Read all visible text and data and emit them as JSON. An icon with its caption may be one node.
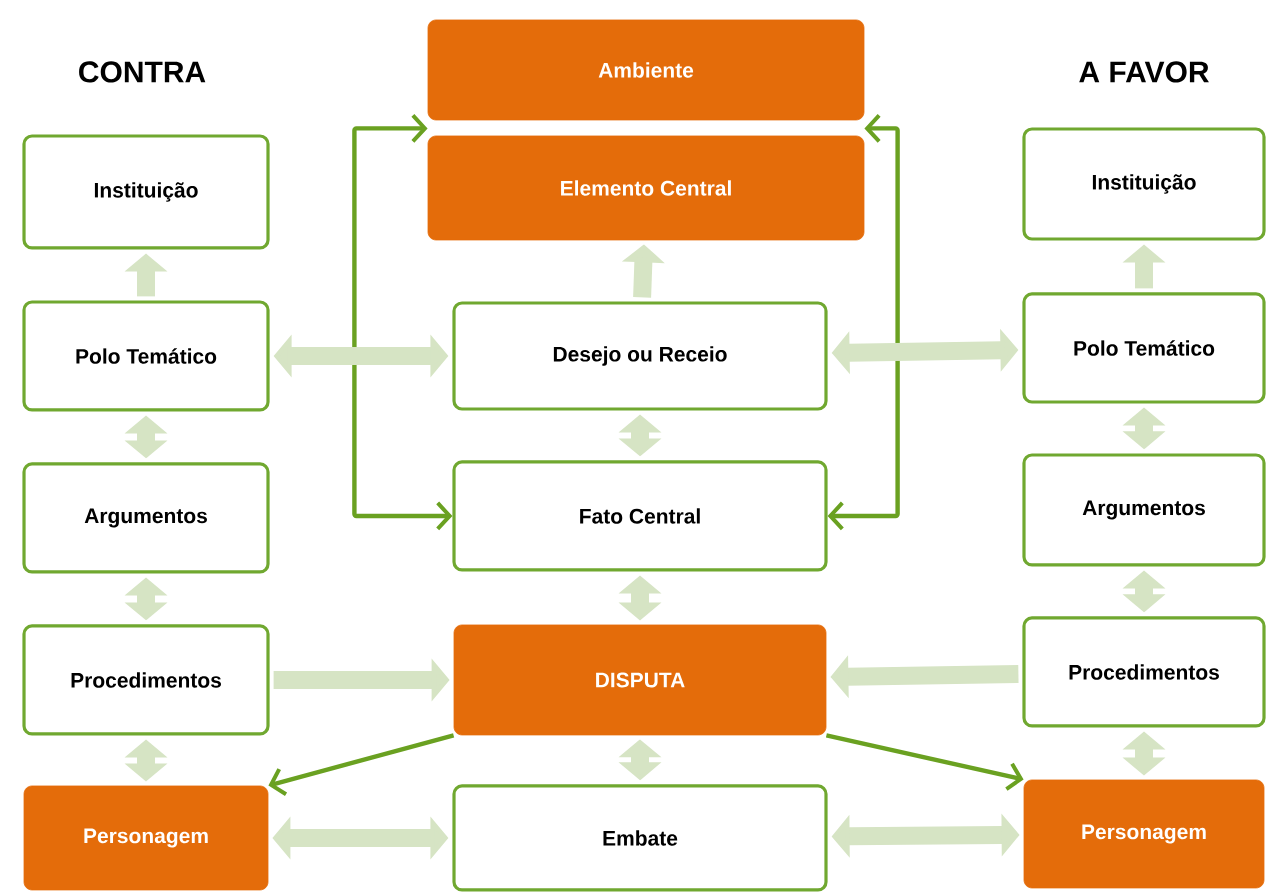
{
  "diagram": {
    "nodes": [
      {
        "text": [
          "Ambiente"
        ]
      },
      {
        "text": [
          "Elemento Central"
        ]
      },
      {
        "text": [
          "Desejo ou Receio"
        ]
      },
      {
        "text": [
          "Fato Central"
        ]
      },
      {
        "text": [
          "DISPUTA"
        ]
      },
      {
        "text": [
          "Embate"
        ]
      },
      {
        "text": [
          "Instituição"
        ]
      },
      {
        "text": [
          "Polo Temático"
        ]
      },
      {
        "text": [
          "Argumentos"
        ]
      },
      {
        "text": [
          "Procedimentos"
        ]
      },
      {
        "text": [
          "Personagem"
        ]
      },
      {
        "text": [
          "Instituição"
        ]
      },
      {
        "text": [
          "Polo Temático"
        ]
      },
      {
        "text": [
          "Argumentos"
        ]
      },
      {
        "text": [
          "Procedimentos"
        ]
      },
      {
        "text": [
          "Personagem"
        ]
      }
    ],
    "edges": [
      {
        "from": 3,
        "to": 0,
        "arrow": "both",
        "color": "#6aa121"
      },
      {
        "from": 3,
        "to": 0,
        "arrow": "both",
        "color": "#6aa121"
      },
      {
        "from": 2,
        "to": 1,
        "arrow": "to"
      },
      {
        "from": 2,
        "to": 3,
        "arrow": "both"
      },
      {
        "from": 3,
        "to": 4,
        "arrow": "both"
      },
      {
        "from": 4,
        "to": 5,
        "arrow": "both"
      },
      {
        "from": 7,
        "to": 6,
        "arrow": "to"
      },
      {
        "from": 7,
        "to": 8,
        "arrow": "both"
      },
      {
        "from": 8,
        "to": 9,
        "arrow": "both"
      },
      {
        "from": 9,
        "to": 10,
        "arrow": "both"
      },
      {
        "from": 12,
        "to": 11,
        "arrow": "to"
      },
      {
        "from": 12,
        "to": 13,
        "arrow": "both"
      },
      {
        "from": 13,
        "to": 14,
        "arrow": "both"
      },
      {
        "from": 14,
        "to": 15,
        "arrow": "both"
      },
      {
        "from": 7,
        "to": 2,
        "arrow": "both"
      },
      {
        "from": 2,
        "to": 12,
        "arrow": "both"
      },
      {
        "from": 9,
        "to": 4,
        "arrow": "to"
      },
      {
        "from": 14,
        "to": 4,
        "arrow": "to"
      },
      {
        "from": 10,
        "to": 5,
        "arrow": "both"
      },
      {
        "from": 5,
        "to": 15,
        "arrow": "both"
      },
      {
        "from": 4,
        "to": 10,
        "arrow": "to",
        "color": "#6aa121"
      },
      {
        "from": 4,
        "to": 15,
        "arrow": "to",
        "color": "#6aa121"
      }
    ],
    "labels": [
      "CONTRA",
      "A FAVOR"
    ]
  }
}
